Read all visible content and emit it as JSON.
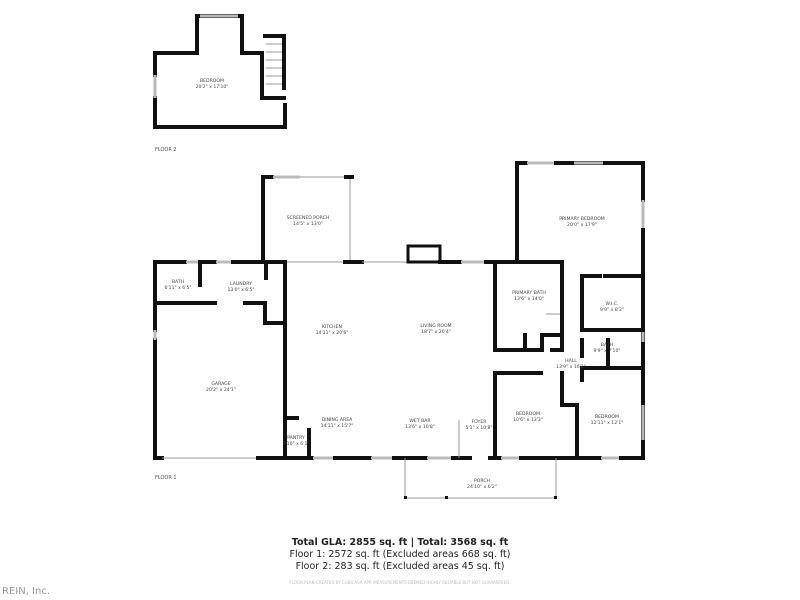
{
  "floor2": {
    "label": "FLOOR 2",
    "rooms": [
      {
        "name": "BEDROOM",
        "dims": "20'2\" x 17'10\""
      }
    ]
  },
  "floor1": {
    "label": "FLOOR 1",
    "rooms": [
      {
        "name": "SCREENED PORCH",
        "dims": "14'5\" x 13'0\""
      },
      {
        "name": "BATH",
        "dims": "6'11\" x 6'5\""
      },
      {
        "name": "LAUNDRY",
        "dims": "13'0\" x 6'5\""
      },
      {
        "name": "KITCHEN",
        "dims": "14'11\" x 20'6\""
      },
      {
        "name": "LIVING ROOM",
        "dims": "18'7\" x 20'4\""
      },
      {
        "name": "GARAGE",
        "dims": "20'2\" x 24'1\""
      },
      {
        "name": "DINING AREA",
        "dims": "14'11\" x 15'7\""
      },
      {
        "name": "WET BAR",
        "dims": "13'6\" x 10'8\""
      },
      {
        "name": "FOYER",
        "dims": "5'1\" x 10'8\""
      },
      {
        "name": "PANTRY",
        "dims": "7'10\" x 6'1\""
      },
      {
        "name": "PORCH",
        "dims": "24'10\" x 6'2\""
      },
      {
        "name": "PRIMARY BEDROOM",
        "dims": "20'0\" x 17'9\""
      },
      {
        "name": "PRIMARY BATH",
        "dims": "13'6\" x 14'0\""
      },
      {
        "name": "W.I.C.",
        "dims": "9'9\" x 8'2\""
      },
      {
        "name": "BATH",
        "dims": "9'9\" x 7'10\""
      },
      {
        "name": "HALL",
        "dims": "13'9\" x 16'1\""
      },
      {
        "name": "BEDROOM",
        "dims": "10'6\" x 13'3\""
      },
      {
        "name": "BEDROOM",
        "dims": "12'11\" x 12'1\""
      }
    ]
  },
  "totals": {
    "line1": "Total GLA: 2855 sq. ft | Total: 3568 sq. ft",
    "line2": "Floor 1: 2572 sq. ft (Excluded areas 668 sq. ft)",
    "line3": "Floor 2: 283 sq. ft (Excluded areas 45 sq. ft)"
  },
  "disclaimer": "FLOOR PLAN CREATED BY CUBICASA APP. MEASUREMENTS DEEMED HIGHLY RELIABLE BUT NOT GUARANTEED.",
  "watermark": "REIN, Inc."
}
